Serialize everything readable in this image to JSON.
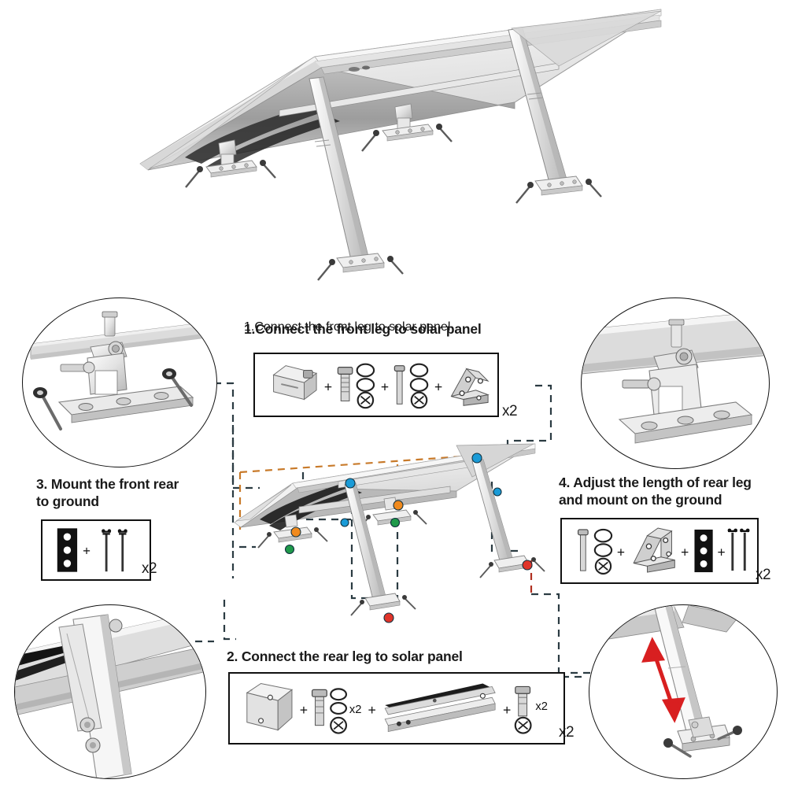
{
  "document": {
    "title": "Solar Panel Mounting Bracket Installation Instructions",
    "background_color": "#ffffff"
  },
  "steps": [
    {
      "id": "step-1",
      "number": "1",
      "title": "1.Connect the front leg to solar panel",
      "quantity_label": "x2",
      "parts": [
        {
          "name": "front-leg-bracket",
          "icon": "l-bracket",
          "qty": ""
        },
        {
          "name": "hex-bolt",
          "icon": "bolt",
          "qty": ""
        },
        {
          "name": "washer-set",
          "icon": "washers-nut",
          "qty": ""
        },
        {
          "name": "long-bolt",
          "icon": "long-bolt",
          "qty": ""
        },
        {
          "name": "washer-set-2",
          "icon": "washers-nut",
          "qty": ""
        },
        {
          "name": "base-plate-bracket",
          "icon": "angle-plate",
          "qty": ""
        }
      ]
    },
    {
      "id": "step-2",
      "number": "2",
      "title": "2. Connect the rear leg to solar panel",
      "quantity_label": "x2",
      "inline_quantities": [
        "x2",
        "x2"
      ],
      "parts": [
        {
          "name": "rear-leg-bracket",
          "icon": "l-bracket",
          "qty": ""
        },
        {
          "name": "bolt-washer-nut-set",
          "icon": "bolt-washers",
          "qty": "x2"
        },
        {
          "name": "rear-leg-rail",
          "icon": "rail",
          "qty": ""
        },
        {
          "name": "bolt-nut-set",
          "icon": "bolt-nut",
          "qty": "x2"
        }
      ]
    },
    {
      "id": "step-3",
      "number": "3",
      "title": "3. Mount the front rear\nto ground",
      "quantity_label": "x2",
      "parts": [
        {
          "name": "ground-plate",
          "icon": "dark-plate",
          "qty": ""
        },
        {
          "name": "ground-screws",
          "icon": "screws-pair",
          "qty": ""
        }
      ]
    },
    {
      "id": "step-4",
      "number": "4",
      "title": "4. Adjust the length of rear leg\nand mount on the ground",
      "quantity_label": "x2",
      "parts": [
        {
          "name": "long-bolt-washers",
          "icon": "bolt-washers",
          "qty": ""
        },
        {
          "name": "double-angle-bracket",
          "icon": "angle-plate",
          "qty": ""
        },
        {
          "name": "ground-plate",
          "icon": "dark-plate",
          "qty": ""
        },
        {
          "name": "ground-screws",
          "icon": "screws-pair",
          "qty": ""
        }
      ]
    }
  ],
  "illustrations": {
    "hero": {
      "name": "solar-panel-mount-assembly-hero",
      "description": "Solar panel mounted on adjustable tilt brackets with front and rear legs"
    },
    "center": {
      "name": "solar-panel-mount-assembly-exploded",
      "description": "Assembled solar panel mount with colored callout markers"
    }
  },
  "detail_circles": [
    {
      "id": "detail-top-left",
      "name": "detail-front-leg-ground-mount",
      "description": "Front leg base bracket with two ground screws"
    },
    {
      "id": "detail-top-right",
      "name": "detail-front-leg-panel-joint",
      "description": "Front leg tilt bracket bolted under the panel frame"
    },
    {
      "id": "detail-bottom-left",
      "name": "detail-rear-leg-panel-joint",
      "description": "Rear leg rail attached to the panel frame underside"
    },
    {
      "id": "detail-bottom-right",
      "name": "detail-rear-leg-length-adjust",
      "description": "Rear leg length adjustment with double red arrow"
    }
  ],
  "markers": {
    "colors": {
      "blue": "#1a9bd7",
      "orange": "#f08a1e",
      "green": "#1f9a4a",
      "red": "#e0342a",
      "dashed_dark": "#2b3b42",
      "dashed_orange": "#c87a2a",
      "dashed_red": "#b03020",
      "arrow_red": "#d81f20"
    },
    "points": [
      {
        "name": "marker-blue-rear-top",
        "color": "blue"
      },
      {
        "name": "marker-blue-front-top",
        "color": "blue"
      },
      {
        "name": "marker-blue-front-lower",
        "color": "blue"
      },
      {
        "name": "marker-blue-rear-mid",
        "color": "blue"
      },
      {
        "name": "marker-orange-left",
        "color": "orange"
      },
      {
        "name": "marker-orange-center",
        "color": "orange"
      },
      {
        "name": "marker-green-left",
        "color": "green"
      },
      {
        "name": "marker-green-center",
        "color": "green"
      },
      {
        "name": "marker-red-rear-right",
        "color": "red"
      },
      {
        "name": "marker-red-rear-center",
        "color": "red"
      }
    ]
  }
}
